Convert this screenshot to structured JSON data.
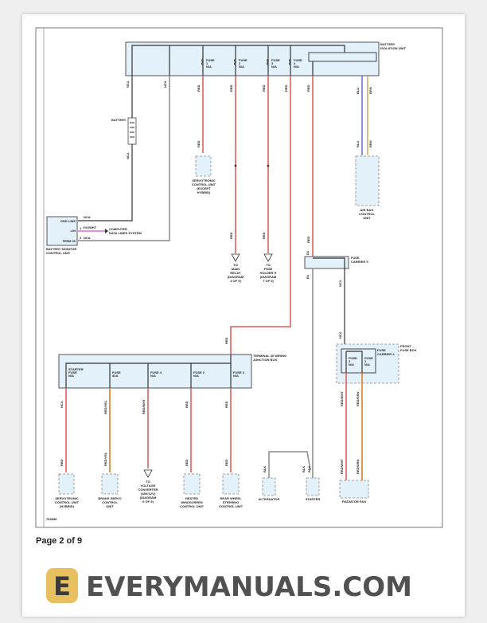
{
  "footer": {
    "page_label": "Page 2 of 9",
    "diagram_id": "760838"
  },
  "watermark": {
    "text": "EVERYMANUALS.COM",
    "logo_letter": "E",
    "logo_color": "#e6b94f"
  },
  "battery_isolation_unit": {
    "label_line1": "BATTERY",
    "label_line2": "ISOLATION UNIT",
    "fuses": [
      {
        "line1": "FUSE",
        "line2": "1",
        "line3": "N/A"
      },
      {
        "line1": "FUSE",
        "line2": "2",
        "line3": "N/A"
      },
      {
        "line1": "FUSE",
        "line2": "3",
        "line3": "N/A"
      },
      {
        "line1": "FUSE",
        "line2": "4",
        "line3": "N/A"
      }
    ]
  },
  "battery": {
    "label": "BATTERY"
  },
  "battery_monitor": {
    "pins": {
      "gnd": "GND LINE",
      "lin": "LIN",
      "term": "TERM 30"
    },
    "pin_numbers": {
      "lin": "1",
      "term": "2"
    },
    "label_line1": "BATTERY MONITOR",
    "label_line2": "CONTROL UNIT",
    "data_link_line1": "COMPUTER",
    "data_link_line2": "DATA LINES SYSTEM"
  },
  "wire_colors": {
    "nca": "NCA",
    "red": "RED",
    "blu": "BLU",
    "brn": "BRN",
    "vio_wht": "VIO/WHT",
    "red_yel": "RED/YEL",
    "red_wht": "RED/WHT",
    "red_grn": "RED/GRN",
    "blk": "BLK"
  },
  "components_top": {
    "servotronic_except_hybrid": [
      "SERVOTRONIC",
      "CONTROL UNIT",
      "(EXCEPT",
      "HYBRID)"
    ],
    "to_main_relay": [
      "TO",
      "MAIN",
      "RELAY",
      "(DIAGRAM",
      "4 OF 9)"
    ],
    "to_fuse_holder_h": [
      "TO",
      "FUSE",
      "HOLDER H",
      "(DIAGRAM",
      "7 OF 9)"
    ],
    "air_bag": [
      "AIR BAG",
      "CONTROL",
      "UNIT"
    ]
  },
  "fuse_carrier_5": {
    "label_line1": "FUSE",
    "label_line2": "CARRIER 5",
    "pin_in": "D1",
    "pin_out": "B1"
  },
  "terminal_30_box": {
    "label_line1": "TERMINAL 30 WIRING",
    "label_line2": "JUNCTION BOX",
    "fuses": [
      {
        "line1": "STARTER",
        "line2": "FUSE",
        "line3": "N/A"
      },
      {
        "line1": "FUSE",
        "line2": "40A"
      },
      {
        "line1": "FUSE 4",
        "line2": "N/A"
      },
      {
        "line1": "FUSE 2",
        "line2": "N/A"
      },
      {
        "line1": "FUSE 3",
        "line2": "N/A"
      }
    ]
  },
  "front_fuse_box": {
    "label_line1": "FRONT",
    "label_line2": "FUSE BOX",
    "carrier_line1": "FUSE",
    "carrier_line2": "CARRIER 4",
    "fuses": [
      {
        "line1": "FUSE",
        "line2": "3",
        "line3": "N/A"
      },
      {
        "line1": "FUSE",
        "line2": "2",
        "line3": "N/A"
      }
    ]
  },
  "components_bottom": {
    "servotronic_hybrid": [
      "SERVOTRONIC",
      "CONTROL UNIT",
      "(HYBRID)"
    ],
    "brake_servo": [
      "BRAKE SERVO",
      "CONTROL",
      "UNIT"
    ],
    "voltage_converter": [
      "TO",
      "VOLTAGE",
      "CONVERTER",
      "(48V/12V)",
      "(DIAGRAM",
      "6 OF 9)"
    ],
    "heated_windscreen": [
      "HEATED",
      "WINDSCREEN",
      "CONTROL UNIT"
    ],
    "rear_wheel_steering": [
      "REAR WHEEL",
      "STEERING",
      "CONTROL UNIT"
    ],
    "alternator": [
      "ALTERNATOR"
    ],
    "starter": [
      "STARTER"
    ],
    "radiator_fan": [
      "RADIATOR FAN"
    ]
  }
}
